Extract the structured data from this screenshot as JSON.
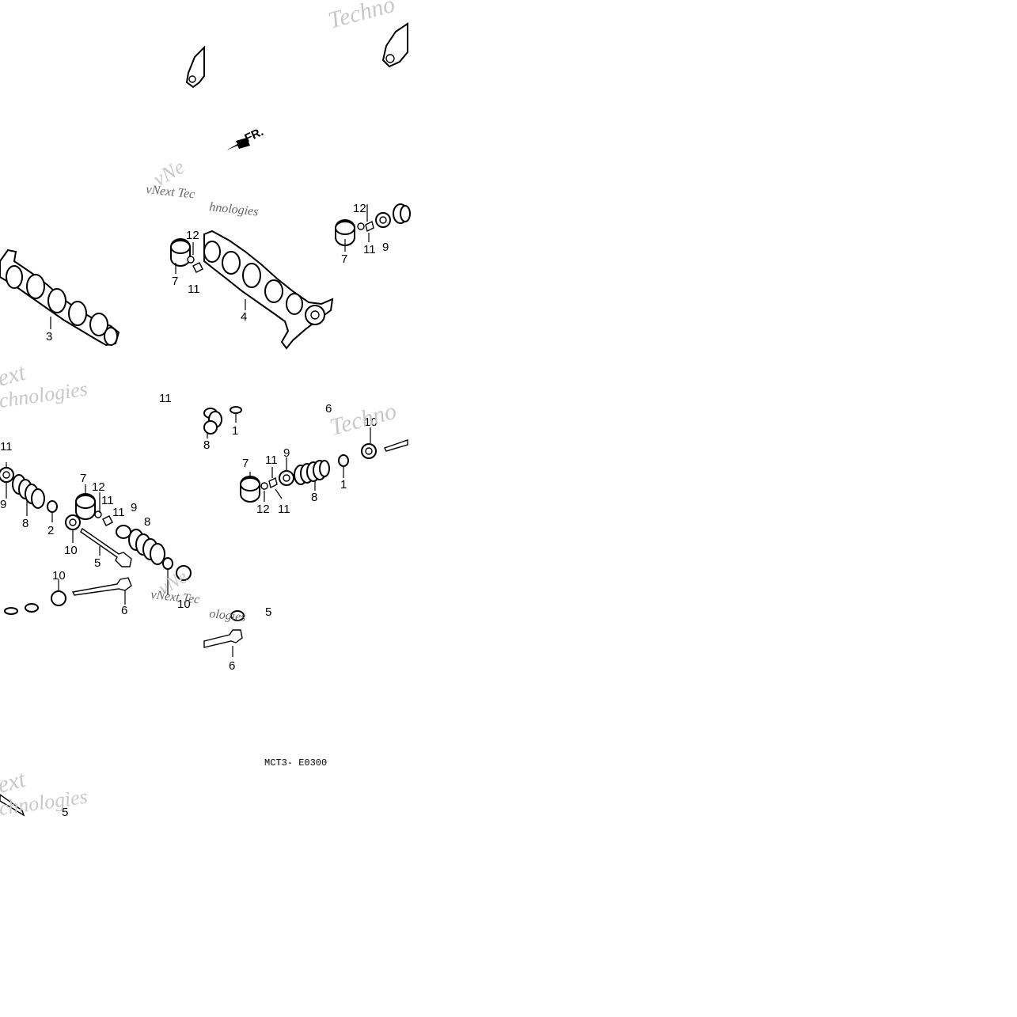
{
  "diagram": {
    "direction_label": "FR.",
    "diagram_code": "MCT3- E0300",
    "watermark": {
      "full": "vNext Technologies",
      "fragments": [
        "Techno",
        "vNext Tec",
        "hnologies",
        "ext",
        "chnologies",
        "vNe",
        "Techno",
        "vNext Tec",
        "ologies",
        "ext",
        "chnologies"
      ]
    },
    "callouts": [
      "1",
      "2",
      "3",
      "4",
      "5",
      "6",
      "7",
      "8",
      "9",
      "10",
      "11",
      "12"
    ]
  },
  "colors": {
    "line": "#000000",
    "watermark": "#c8c8c8",
    "background": "#ffffff"
  }
}
